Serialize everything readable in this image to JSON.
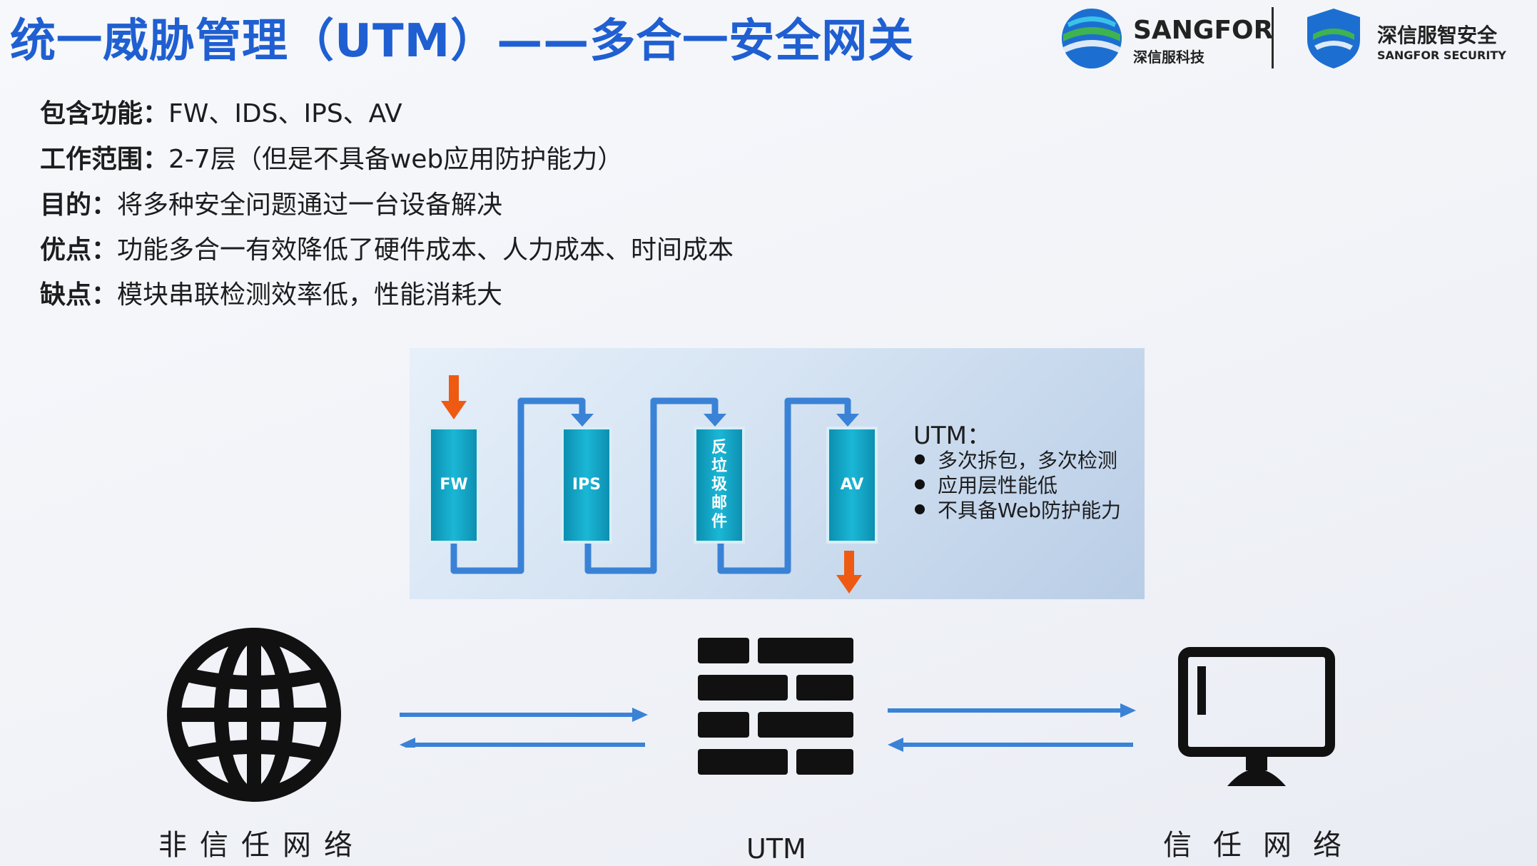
{
  "title": "统一威胁管理（UTM）——多合一安全网关",
  "logos": {
    "sangfor": {
      "name": "SANGFOR",
      "sub": "深信服科技"
    },
    "security": {
      "name": "深信服智安全",
      "sub": "SANGFOR SECURITY"
    }
  },
  "info": [
    {
      "label": "包含功能：",
      "text": "FW、IDS、IPS、AV"
    },
    {
      "label": "工作范围：",
      "text": "2-7层（但是不具备web应用防护能力）"
    },
    {
      "label": "目的：",
      "text": "将多种安全问题通过一台设备解决"
    },
    {
      "label": "优点：",
      "text": "功能多合一有效降低了硬件成本、人力成本、时间成本"
    },
    {
      "label": "缺点：",
      "text": "模块串联检测效率低，性能消耗大"
    }
  ],
  "diagram": {
    "modules": [
      "FW",
      "IPS",
      "反垃圾邮件",
      "AV"
    ],
    "notes_title": "UTM：",
    "notes": [
      "多次拆包，多次检测",
      "应用层性能低",
      "不具备Web防护能力"
    ]
  },
  "network": {
    "untrusted": "非信任网络",
    "utm": "UTM",
    "trusted": "信任网络"
  },
  "colors": {
    "title": "#1f5fd1",
    "flow": "#3a82d6",
    "arrow_accent": "#ef5a12",
    "module": "#13a9cb"
  }
}
